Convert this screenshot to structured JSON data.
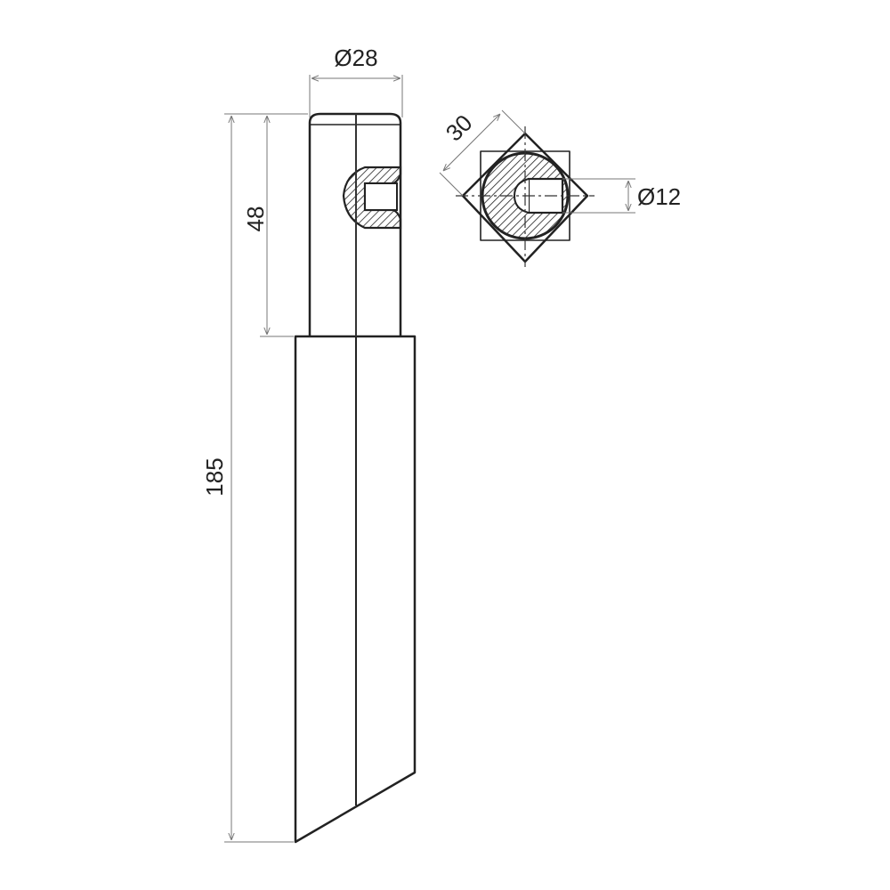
{
  "drawing": {
    "dimensions": {
      "shaft_diameter": "Ø28",
      "shaft_length": "48",
      "total_length": "185",
      "square_size": "30",
      "hole_diameter": "Ø12"
    },
    "colors": {
      "line": "#222222",
      "dimension_line": "#777777",
      "background": "#ffffff"
    }
  }
}
